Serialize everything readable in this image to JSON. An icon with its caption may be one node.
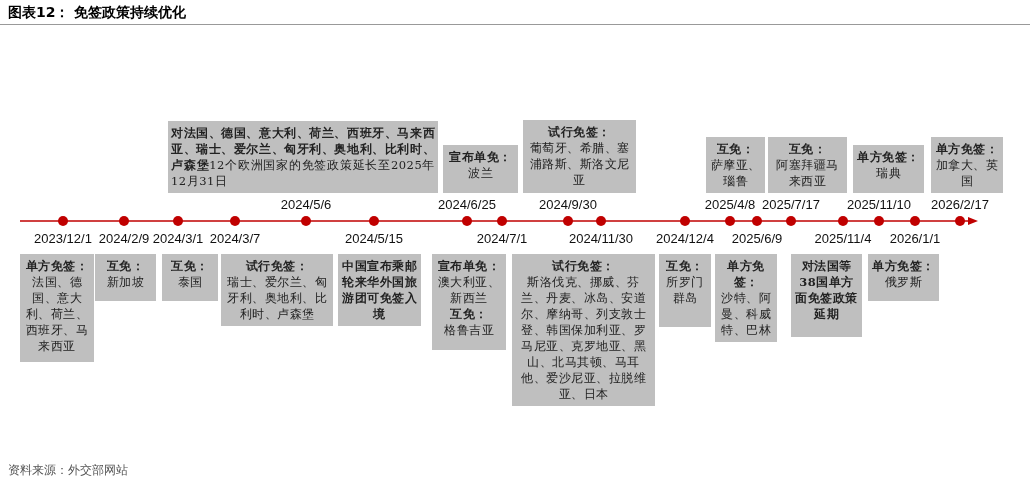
{
  "diagram": {
    "title": "图表12： 免签政策持续优化",
    "caption": "资料来源：外交部网站",
    "nodes": [
      {
        "text": [
          "单方免签：",
          "法国、德国、意大利、荷兰、西班牙、马来西亚"
        ],
        "beside": [
          "2023/12/1"
        ]
      },
      {
        "text": [
          "互免：",
          "新加坡"
        ],
        "beside": [
          "2024/2/9"
        ]
      },
      {
        "text": [
          "互免：",
          "泰国"
        ],
        "beside": [
          "2024/3/1"
        ]
      },
      {
        "text": [
          "试行免签：",
          "瑞士、爱尔兰、匈牙利、奥地利、比利时、卢森堡"
        ],
        "beside": [
          "2024/3/7"
        ]
      },
      {
        "text": [
          "**对法国、德国、意大利、荷兰、西班牙、马来西亚、瑞士、爱尔兰、匈牙利、奥地利、比利时、卢森堡**12个欧洲国家的免签政策延长至2025年12月31日"
        ],
        "beside": [
          "2024/5/6"
        ]
      },
      {
        "text": [
          "中国宣布乘邮轮来华外国旅游团可免签入境"
        ],
        "beside": [
          "2024/5/15"
        ]
      },
      {
        "text": [
          "宣布单免：",
          "波兰"
        ],
        "beside": [
          "2024/6/25"
        ]
      },
      {
        "text": [
          "宣布单免：",
          "澳大利亚、新西兰",
          "互免：",
          "格鲁吉亚"
        ],
        "beside": [
          "2024/7/1"
        ]
      },
      {
        "text": [
          "试行免签：",
          "葡萄牙、希腊、塞浦路斯、斯洛文尼亚"
        ],
        "beside": [
          "2024/9/30"
        ]
      },
      {
        "text": [
          "试行免签：",
          "斯洛伐克、挪威、芬兰、丹麦、冰岛、安道尔、摩纳哥、列支敦士登、韩国保加利亚、罗马尼亚、克罗地亚、黑山、北马其顿、马耳他、爱沙尼亚、拉脱维亚、日本"
        ],
        "beside": [
          "2024/11/30"
        ]
      },
      {
        "text": [
          "互免：",
          "所罗门群岛"
        ],
        "beside": [
          "2024/12/4"
        ]
      },
      {
        "text": [
          "互免：",
          "萨摩亚、瑙鲁"
        ],
        "beside": [
          "2025/4/8"
        ]
      },
      {
        "text": [
          "单方免签：",
          "沙特、阿曼、科威特、巴林"
        ],
        "beside": [
          "2025/6/9"
        ]
      },
      {
        "text": [
          "互免：",
          "阿塞拜疆马来西亚"
        ],
        "beside": [
          "2025/7/17"
        ]
      },
      {
        "text": [
          "对法国等38国单方面免签政策延期"
        ],
        "beside": [
          "2025/11/4"
        ]
      },
      {
        "text": [
          "单方免签：",
          "瑞典"
        ],
        "beside": [
          "2025/11/10"
        ]
      },
      {
        "text": [
          "单方免签：",
          "俄罗斯"
        ],
        "beside": [
          "2026/1/1"
        ]
      },
      {
        "text": [
          "单方免签：",
          "加拿大、英国"
        ],
        "beside": [
          "2026/2/17"
        ]
      }
    ],
    "edges": []
  }
}
